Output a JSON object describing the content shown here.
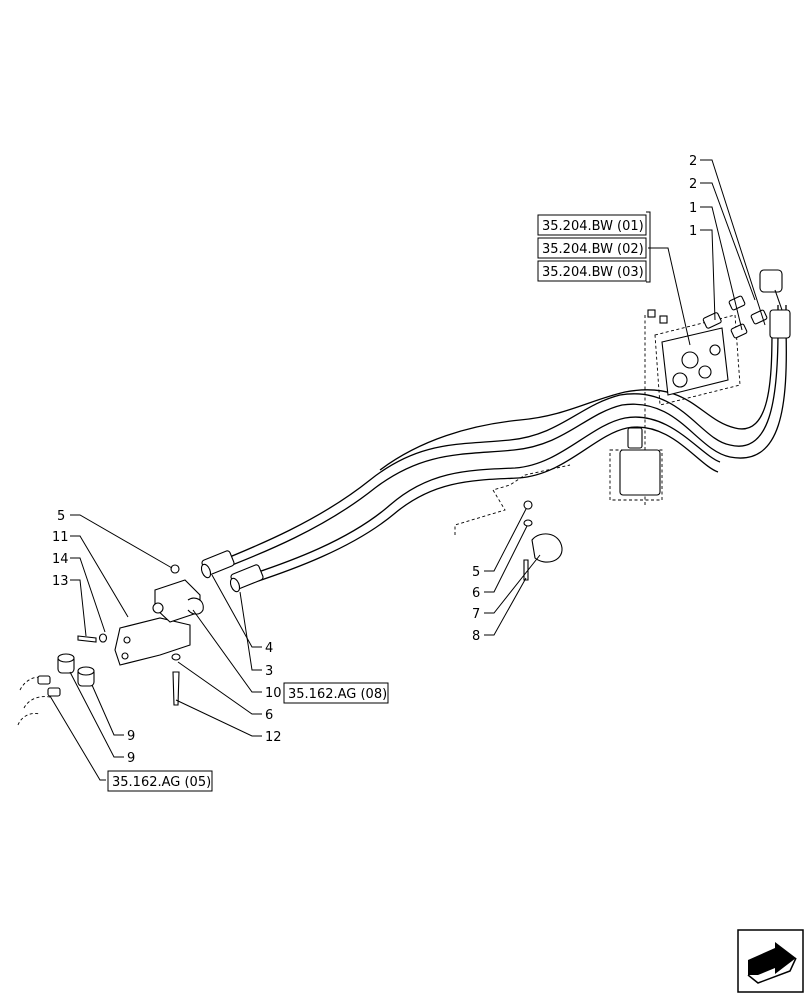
{
  "callouts": {
    "c2a": "2",
    "c2b": "2",
    "c1a": "1",
    "c1b": "1",
    "c5a": "5",
    "c11": "11",
    "c14": "14",
    "c13": "13",
    "c4": "4",
    "c3": "3",
    "c10": "10",
    "c6a": "6",
    "c12": "12",
    "c9a": "9",
    "c9b": "9",
    "c5b": "5",
    "c6b": "6",
    "c7": "7",
    "c8": "8"
  },
  "references": {
    "ref_bw01": "35.204.BW (01)",
    "ref_bw02": "35.204.BW (02)",
    "ref_bw03": "35.204.BW (03)",
    "ref_ag08": "35.162.AG (08)",
    "ref_ag05": "35.162.AG (05)"
  },
  "icons": {
    "nav": "next-page-arrow-icon"
  }
}
